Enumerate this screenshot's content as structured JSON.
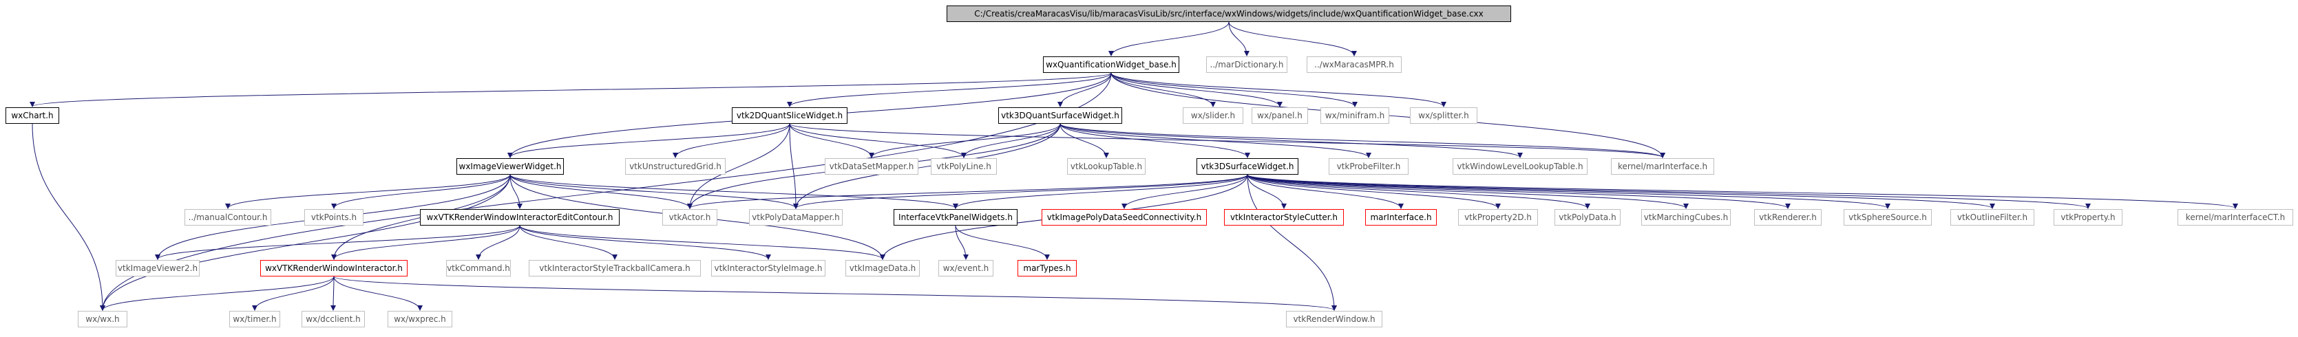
{
  "colors": {
    "edge": "#191970",
    "root_fill": "#bfbfbf",
    "documented_border": "#000000",
    "undocumented_border": "#bfbfbf",
    "truncated_border": "#ff0000"
  },
  "nodes": [
    {
      "id": "root",
      "label": "C:/Creatis/creaMaracasVisu/lib/maracasVisuLib/src/interface/wxWindows/widgets/include/wxQuantificationWidget_base.cxx",
      "kind": "root"
    },
    {
      "id": "wxqwb",
      "label": "wxQuantificationWidget_base.h",
      "kind": "documented"
    },
    {
      "id": "mardict",
      "label": "../marDictionary.h",
      "kind": "undocumented"
    },
    {
      "id": "wxmmpr",
      "label": "../wxMaracasMPR.h",
      "kind": "undocumented"
    },
    {
      "id": "wxchart",
      "label": "wxChart.h",
      "kind": "documented"
    },
    {
      "id": "vtk2d",
      "label": "vtk2DQuantSliceWidget.h",
      "kind": "documented"
    },
    {
      "id": "vtk3dq",
      "label": "vtk3DQuantSurfaceWidget.h",
      "kind": "documented"
    },
    {
      "id": "wxslider",
      "label": "wx/slider.h",
      "kind": "undocumented"
    },
    {
      "id": "wxpanel",
      "label": "wx/panel.h",
      "kind": "undocumented"
    },
    {
      "id": "wxminifram",
      "label": "wx/minifram.h",
      "kind": "undocumented"
    },
    {
      "id": "wxsplitter",
      "label": "wx/splitter.h",
      "kind": "undocumented"
    },
    {
      "id": "wximv",
      "label": "wxImageViewerWidget.h",
      "kind": "documented"
    },
    {
      "id": "vtkug",
      "label": "vtkUnstructuredGrid.h",
      "kind": "undocumented"
    },
    {
      "id": "vtkdsm",
      "label": "vtkDataSetMapper.h",
      "kind": "undocumented"
    },
    {
      "id": "vtkpl",
      "label": "vtkPolyLine.h",
      "kind": "undocumented"
    },
    {
      "id": "vtklut",
      "label": "vtkLookupTable.h",
      "kind": "undocumented"
    },
    {
      "id": "vtkpf",
      "label": "vtkProbeFilter.h",
      "kind": "undocumented"
    },
    {
      "id": "vtkwll",
      "label": "vtkWindowLevelLookupTable.h",
      "kind": "undocumented"
    },
    {
      "id": "kmi",
      "label": "kernel/marInterface.h",
      "kind": "undocumented"
    },
    {
      "id": "vtk3ds",
      "label": "vtk3DSurfaceWidget.h",
      "kind": "documented"
    },
    {
      "id": "manc",
      "label": "../manualContour.h",
      "kind": "undocumented"
    },
    {
      "id": "vtkpts",
      "label": "vtkPoints.h",
      "kind": "undocumented"
    },
    {
      "id": "wxvtkrwiec",
      "label": "wxVTKRenderWindowInteractorEditContour.h",
      "kind": "documented"
    },
    {
      "id": "vtkactor",
      "label": "vtkActor.h",
      "kind": "undocumented"
    },
    {
      "id": "vtkpdm",
      "label": "vtkPolyDataMapper.h",
      "kind": "undocumented"
    },
    {
      "id": "ivpw",
      "label": "InterfaceVtkPanelWidgets.h",
      "kind": "documented"
    },
    {
      "id": "vtkipdsc",
      "label": "vtkImagePolyDataSeedConnectivity.h",
      "kind": "truncated"
    },
    {
      "id": "vtkisc",
      "label": "vtkInteractorStyleCutter.h",
      "kind": "truncated"
    },
    {
      "id": "mari",
      "label": "marInterface.h",
      "kind": "truncated"
    },
    {
      "id": "vtkp2d",
      "label": "vtkProperty2D.h",
      "kind": "undocumented"
    },
    {
      "id": "vtkpd",
      "label": "vtkPolyData.h",
      "kind": "undocumented"
    },
    {
      "id": "vtkmc",
      "label": "vtkMarchingCubes.h",
      "kind": "undocumented"
    },
    {
      "id": "vtkren",
      "label": "vtkRenderer.h",
      "kind": "undocumented"
    },
    {
      "id": "vtkss",
      "label": "vtkSphereSource.h",
      "kind": "undocumented"
    },
    {
      "id": "vtkof",
      "label": "vtkOutlineFilter.h",
      "kind": "undocumented"
    },
    {
      "id": "vtkprop",
      "label": "vtkProperty.h",
      "kind": "undocumented"
    },
    {
      "id": "kmict",
      "label": "kernel/marInterfaceCT.h",
      "kind": "undocumented"
    },
    {
      "id": "vtkiv2",
      "label": "vtkImageViewer2.h",
      "kind": "undocumented"
    },
    {
      "id": "wxvtkrwi",
      "label": "wxVTKRenderWindowInteractor.h",
      "kind": "truncated"
    },
    {
      "id": "vtkcmd",
      "label": "vtkCommand.h",
      "kind": "undocumented"
    },
    {
      "id": "vtkistc",
      "label": "vtkInteractorStyleTrackballCamera.h",
      "kind": "undocumented"
    },
    {
      "id": "vtkisi",
      "label": "vtkInteractorStyleImage.h",
      "kind": "undocumented"
    },
    {
      "id": "vtkid",
      "label": "vtkImageData.h",
      "kind": "undocumented"
    },
    {
      "id": "wxevent",
      "label": "wx/event.h",
      "kind": "undocumented"
    },
    {
      "id": "martypes",
      "label": "marTypes.h",
      "kind": "truncated"
    },
    {
      "id": "wxwx",
      "label": "wx/wx.h",
      "kind": "undocumented"
    },
    {
      "id": "wxtimer",
      "label": "wx/timer.h",
      "kind": "undocumented"
    },
    {
      "id": "wxdcclient",
      "label": "wx/dcclient.h",
      "kind": "undocumented"
    },
    {
      "id": "wxwxprec",
      "label": "wx/wxprec.h",
      "kind": "undocumented"
    },
    {
      "id": "vtkrw",
      "label": "vtkRenderWindow.h",
      "kind": "undocumented"
    }
  ],
  "edges": [
    [
      "root",
      "wxqwb"
    ],
    [
      "root",
      "mardict"
    ],
    [
      "root",
      "wxmmpr"
    ],
    [
      "wxqwb",
      "wxchart"
    ],
    [
      "wxqwb",
      "vtk2d"
    ],
    [
      "wxqwb",
      "vtk3dq"
    ],
    [
      "wxqwb",
      "wxslider"
    ],
    [
      "wxqwb",
      "wxpanel"
    ],
    [
      "wxqwb",
      "wxminifram"
    ],
    [
      "wxqwb",
      "wxsplitter"
    ],
    [
      "wxqwb",
      "wximv"
    ],
    [
      "wxqwb",
      "kmi"
    ],
    [
      "wxqwb",
      "wxwx"
    ],
    [
      "wxchart",
      "wxwx"
    ],
    [
      "vtk2d",
      "wximv"
    ],
    [
      "vtk2d",
      "vtkug"
    ],
    [
      "vtk2d",
      "vtkdsm"
    ],
    [
      "vtk2d",
      "vtkpl"
    ],
    [
      "vtk2d",
      "vtkactor"
    ],
    [
      "vtk2d",
      "vtkpdm"
    ],
    [
      "vtk2d",
      "kmi"
    ],
    [
      "vtk3dq",
      "vtkdsm"
    ],
    [
      "vtk3dq",
      "vtkpl"
    ],
    [
      "vtk3dq",
      "vtklut"
    ],
    [
      "vtk3dq",
      "vtkpf"
    ],
    [
      "vtk3dq",
      "vtkwll"
    ],
    [
      "vtk3dq",
      "kmi"
    ],
    [
      "vtk3dq",
      "vtk3ds"
    ],
    [
      "vtk3dq",
      "vtkactor"
    ],
    [
      "vtk3dq",
      "vtkpdm"
    ],
    [
      "wximv",
      "manc"
    ],
    [
      "wximv",
      "vtkpts"
    ],
    [
      "wximv",
      "wxvtkrwiec"
    ],
    [
      "wximv",
      "vtkactor"
    ],
    [
      "wximv",
      "vtkpdm"
    ],
    [
      "wximv",
      "vtkiv2"
    ],
    [
      "wximv",
      "wxvtkrwi"
    ],
    [
      "wximv",
      "vtkid"
    ],
    [
      "wximv",
      "ivpw"
    ],
    [
      "wximv",
      "wxwx"
    ],
    [
      "vtk3ds",
      "vtkactor"
    ],
    [
      "vtk3ds",
      "vtkpdm"
    ],
    [
      "vtk3ds",
      "ivpw"
    ],
    [
      "vtk3ds",
      "vtkipdsc"
    ],
    [
      "vtk3ds",
      "vtkisc"
    ],
    [
      "vtk3ds",
      "mari"
    ],
    [
      "vtk3ds",
      "vtkp2d"
    ],
    [
      "vtk3ds",
      "vtkpd"
    ],
    [
      "vtk3ds",
      "vtkmc"
    ],
    [
      "vtk3ds",
      "vtkren"
    ],
    [
      "vtk3ds",
      "vtkss"
    ],
    [
      "vtk3ds",
      "vtkof"
    ],
    [
      "vtk3ds",
      "vtkprop"
    ],
    [
      "vtk3ds",
      "kmict"
    ],
    [
      "vtk3ds",
      "vtkid"
    ],
    [
      "vtk3ds",
      "vtkrw"
    ],
    [
      "wxvtkrwiec",
      "vtkiv2"
    ],
    [
      "wxvtkrwiec",
      "wxvtkrwi"
    ],
    [
      "wxvtkrwiec",
      "vtkcmd"
    ],
    [
      "wxvtkrwiec",
      "vtkistc"
    ],
    [
      "wxvtkrwiec",
      "vtkisi"
    ],
    [
      "wxvtkrwiec",
      "vtkid"
    ],
    [
      "ivpw",
      "wxevent"
    ],
    [
      "ivpw",
      "martypes"
    ],
    [
      "wxvtkrwi",
      "wxwx"
    ],
    [
      "wxvtkrwi",
      "wxtimer"
    ],
    [
      "wxvtkrwi",
      "wxdcclient"
    ],
    [
      "wxvtkrwi",
      "wxwxprec"
    ],
    [
      "wxvtkrwi",
      "vtkrw"
    ]
  ]
}
